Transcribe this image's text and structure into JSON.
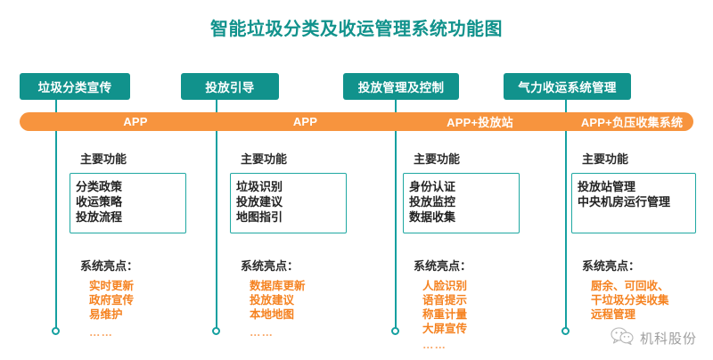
{
  "title": "智能垃圾分类及收运管理系统功能图",
  "colors": {
    "teal": "#11928C",
    "teal_line": "#15A0A0",
    "teal_border": "#1FA8A2",
    "orange": "#F7943E",
    "orange_text": "#F58220",
    "title_color": "#11928C"
  },
  "columns": [
    {
      "chip_label": "垃圾分类宣传",
      "platform_label": "APP",
      "functions_heading": "主要功能",
      "functions": [
        "分类政策",
        "收运策略",
        "投放流程"
      ],
      "highlights_heading": "系统亮点：",
      "highlights": [
        "实时更新",
        "政府宣传",
        "易维护"
      ],
      "highlights_more": "……"
    },
    {
      "chip_label": "投放引导",
      "platform_label": "APP",
      "functions_heading": "主要功能",
      "functions": [
        "垃圾识别",
        "投放建议",
        "地图指引"
      ],
      "highlights_heading": "系统亮点：",
      "highlights": [
        "数据库更新",
        "投放建议",
        "本地地图"
      ],
      "highlights_more": "……"
    },
    {
      "chip_label": "投放管理及控制",
      "platform_label": "APP+投放站",
      "functions_heading": "主要功能",
      "functions": [
        "身份认证",
        "投放监控",
        "数据收集"
      ],
      "highlights_heading": "系统亮点：",
      "highlights": [
        "人脸识别",
        "语音提示",
        "称重计量",
        "大屏宣传"
      ],
      "highlights_more": "……"
    },
    {
      "chip_label": "气力收运系统管理",
      "platform_label": "APP+负压收集系统",
      "functions_heading": "主要功能",
      "functions": [
        "投放站管理",
        "中央机房运行管理"
      ],
      "highlights_heading": "系统亮点：",
      "highlights": [
        "厨余、可回收、",
        "干垃圾分类收集",
        "远程管理"
      ],
      "highlights_more": ""
    }
  ],
  "watermark": {
    "icon": "wechat-icon",
    "text": "机科股份"
  }
}
